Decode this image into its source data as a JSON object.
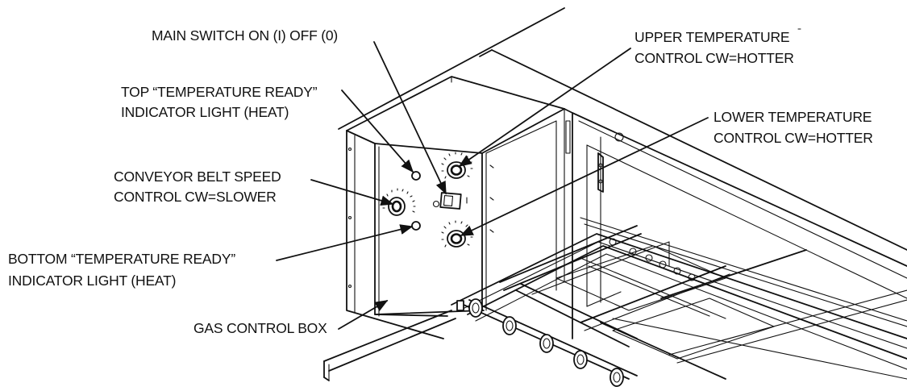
{
  "labels": {
    "main_switch": "MAIN SWITCH  ON (I)  OFF (0)",
    "top_ready_1": "TOP “TEMPERATURE READY”",
    "top_ready_2": "INDICATOR LIGHT (HEAT)",
    "conveyor_1": "CONVEYOR BELT SPEED",
    "conveyor_2": "CONTROL  CW=SLOWER",
    "bottom_ready_1": "BOTTOM “TEMPERATURE READY”",
    "bottom_ready_2": "INDICATOR LIGHT  (HEAT)",
    "gas_box": "GAS CONTROL BOX",
    "upper_temp_1": "UPPER TEMPERATURE",
    "upper_temp_2": "CONTROL  CW=HOTTER",
    "lower_temp_1": "LOWER TEMPERATURE",
    "lower_temp_2": "CONTROL  CW=HOTTER"
  },
  "colors": {
    "line": "#111111",
    "background": "#ffffff"
  }
}
